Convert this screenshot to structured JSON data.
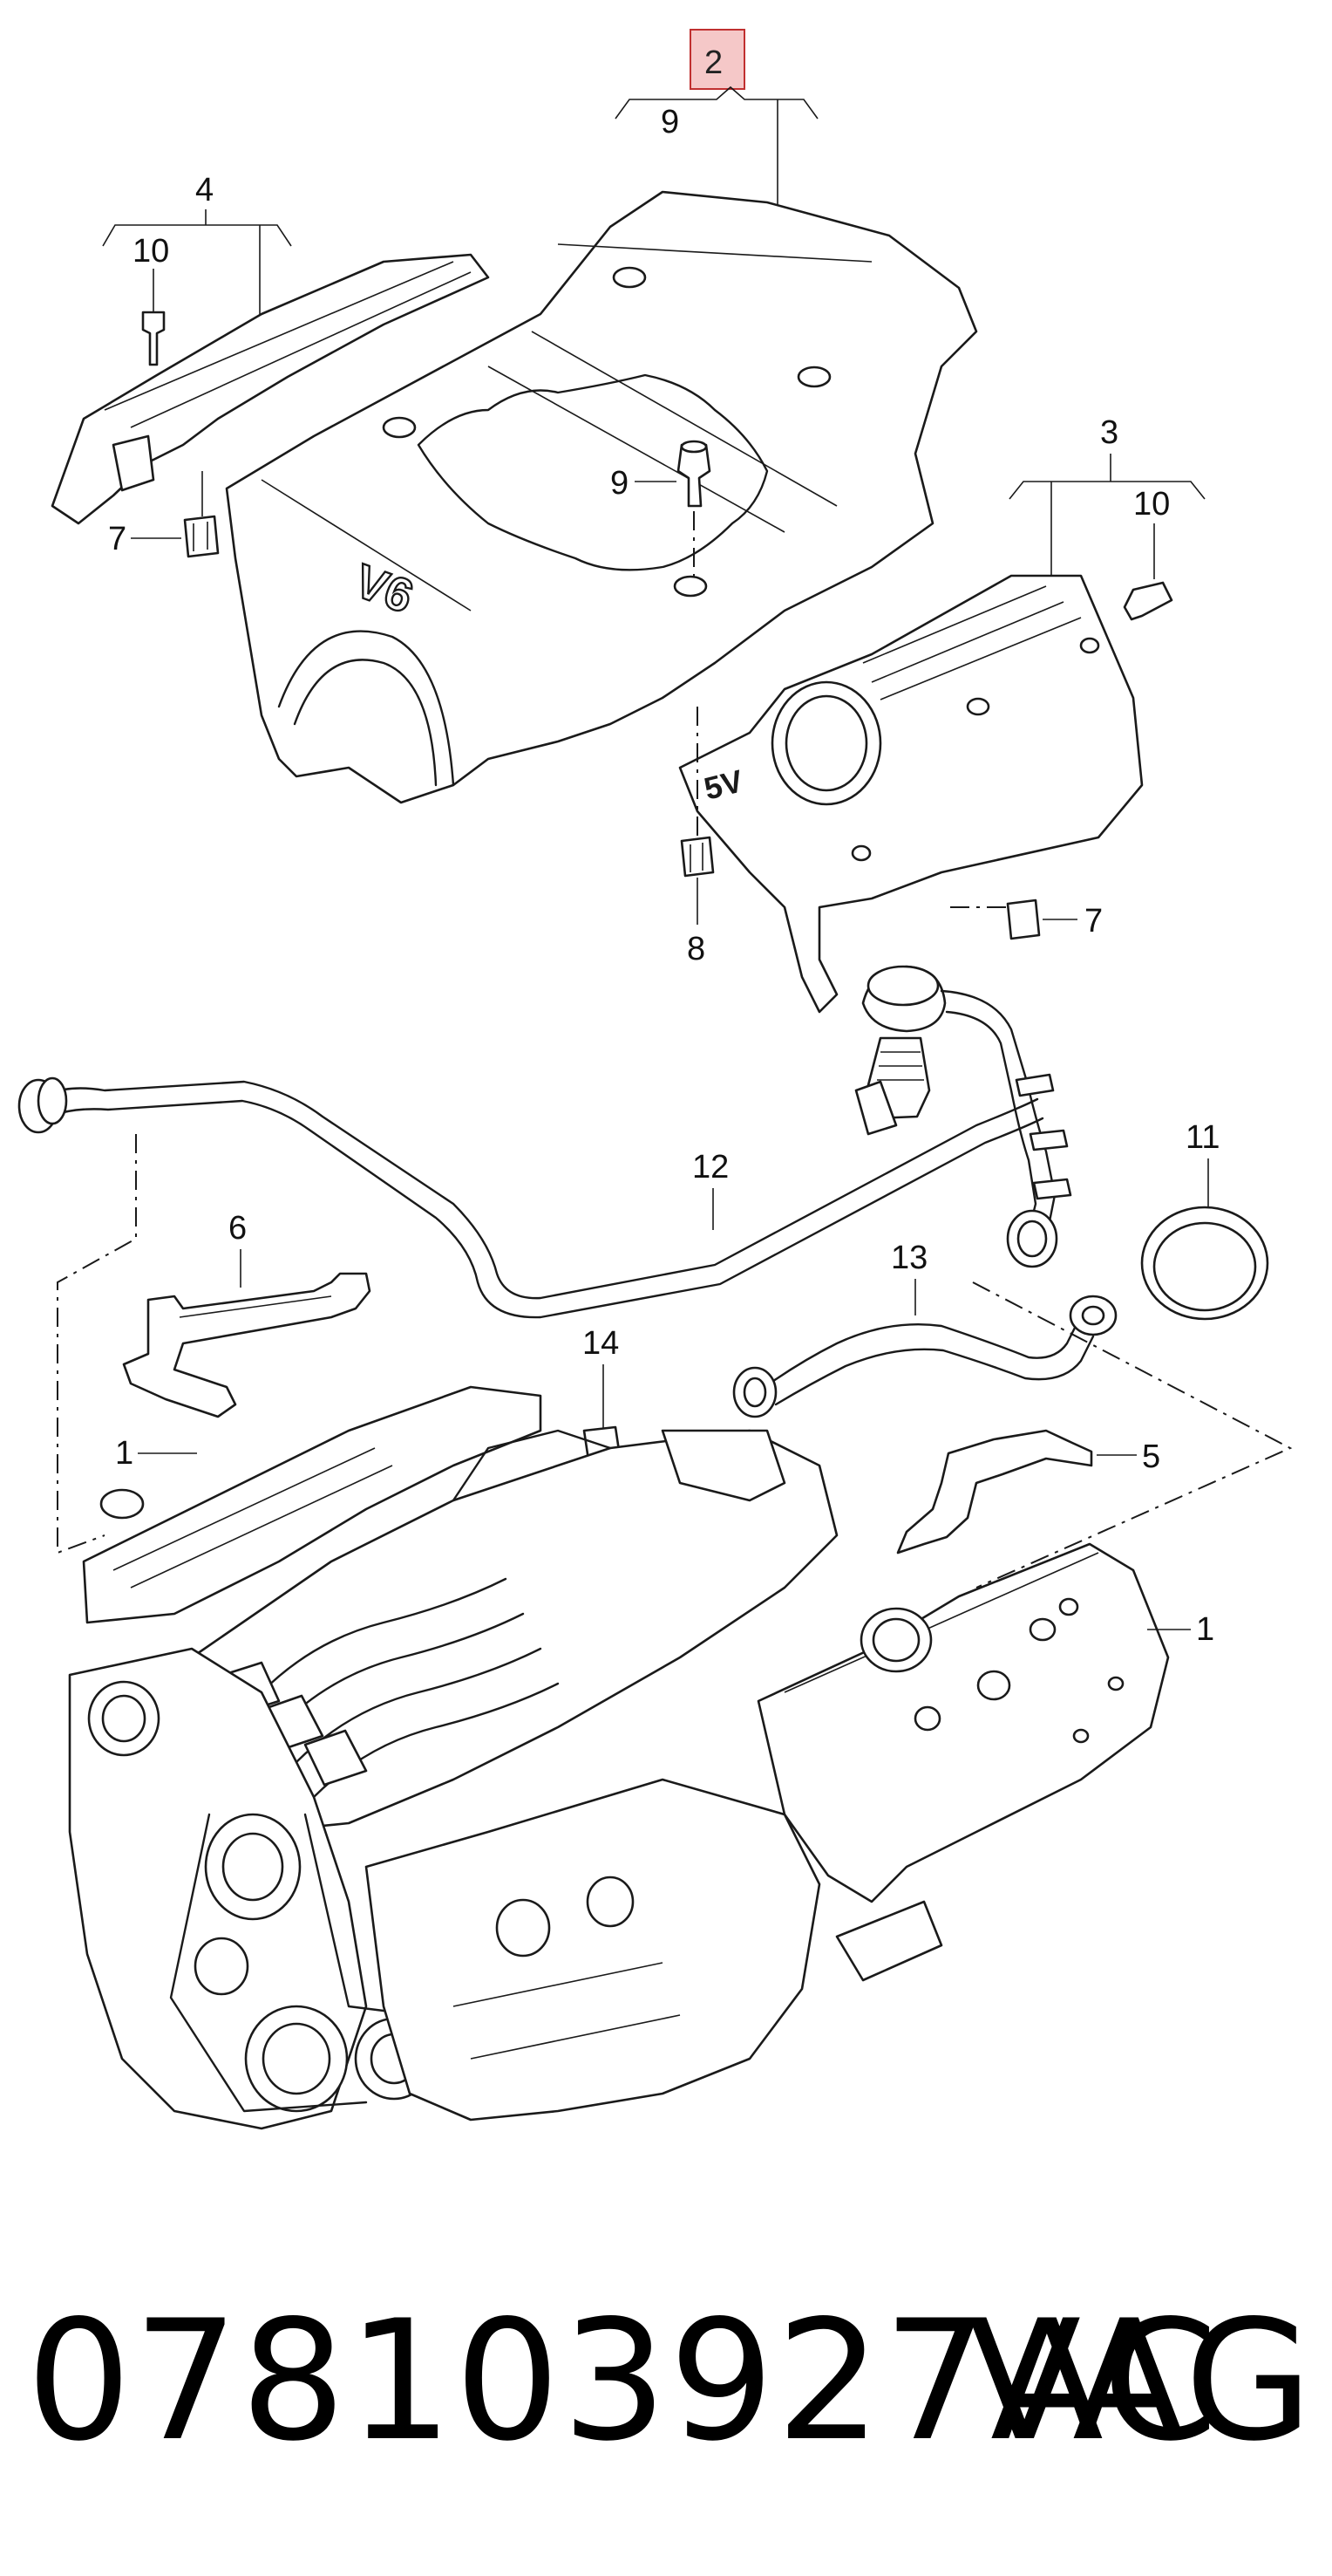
{
  "diagram": {
    "callouts": {
      "c2": "2",
      "c9a": "9",
      "c4": "4",
      "c10a": "10",
      "c7a": "7",
      "c9b": "9",
      "c3": "3",
      "c10b": "10",
      "c5v": "5V",
      "c8": "8",
      "c7b": "7",
      "c12": "12",
      "c11": "11",
      "c6": "6",
      "c13": "13",
      "c14": "14",
      "c1a": "1",
      "c5": "5",
      "c1b": "1"
    },
    "engine_cover_marking": "V6",
    "highlight_color": "#f5c8c8"
  },
  "caption": {
    "part_number": "078103927AC",
    "brand": "VAG"
  }
}
